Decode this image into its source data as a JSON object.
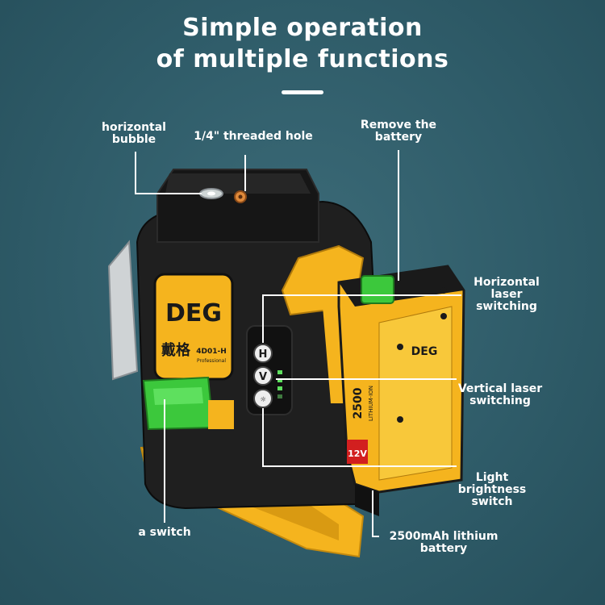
{
  "title": {
    "line1": "Simple operation",
    "line2": "of multiple functions"
  },
  "labels": {
    "horizontal_bubble": "horizontal\nbubble",
    "threaded_hole": "1/4\" threaded hole",
    "remove_battery": "Remove the\nbattery",
    "horizontal_switching": "Horizontal\nlaser\nswitching",
    "vertical_switching": "Vertical laser\nswitching",
    "light_brightness": "Light brightness\nswitch",
    "a_switch": "a switch",
    "lithium_battery": "2500mAh lithium\nbattery"
  },
  "product": {
    "brand": "DEG",
    "brand_cn": "戴格",
    "model": "4D01-H",
    "model_sub": "Professional",
    "battery_capacity": "2500",
    "battery_unit": "mAh",
    "battery_type": "LITHIUM-ION",
    "battery_voltage": "12V",
    "button_h": "H",
    "button_v": "V"
  },
  "colors": {
    "background": "#2f5c69",
    "body_black": "#1c1c1c",
    "accent_yellow": "#f5b41e",
    "switch_green": "#3cc83c",
    "led_green": "#5fe05f"
  }
}
